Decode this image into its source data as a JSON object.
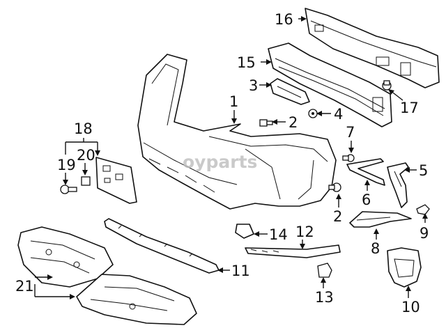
{
  "watermark": "oyparts",
  "callouts": {
    "c1": "1",
    "c2a": "2",
    "c2b": "2",
    "c3": "3",
    "c4": "4",
    "c5": "5",
    "c6": "6",
    "c7": "7",
    "c8": "8",
    "c9": "9",
    "c10": "10",
    "c11": "11",
    "c12": "12",
    "c13": "13",
    "c14": "14",
    "c15": "15",
    "c16": "16",
    "c17": "17",
    "c18": "18",
    "c19": "19",
    "c20": "20",
    "c21": "21"
  }
}
